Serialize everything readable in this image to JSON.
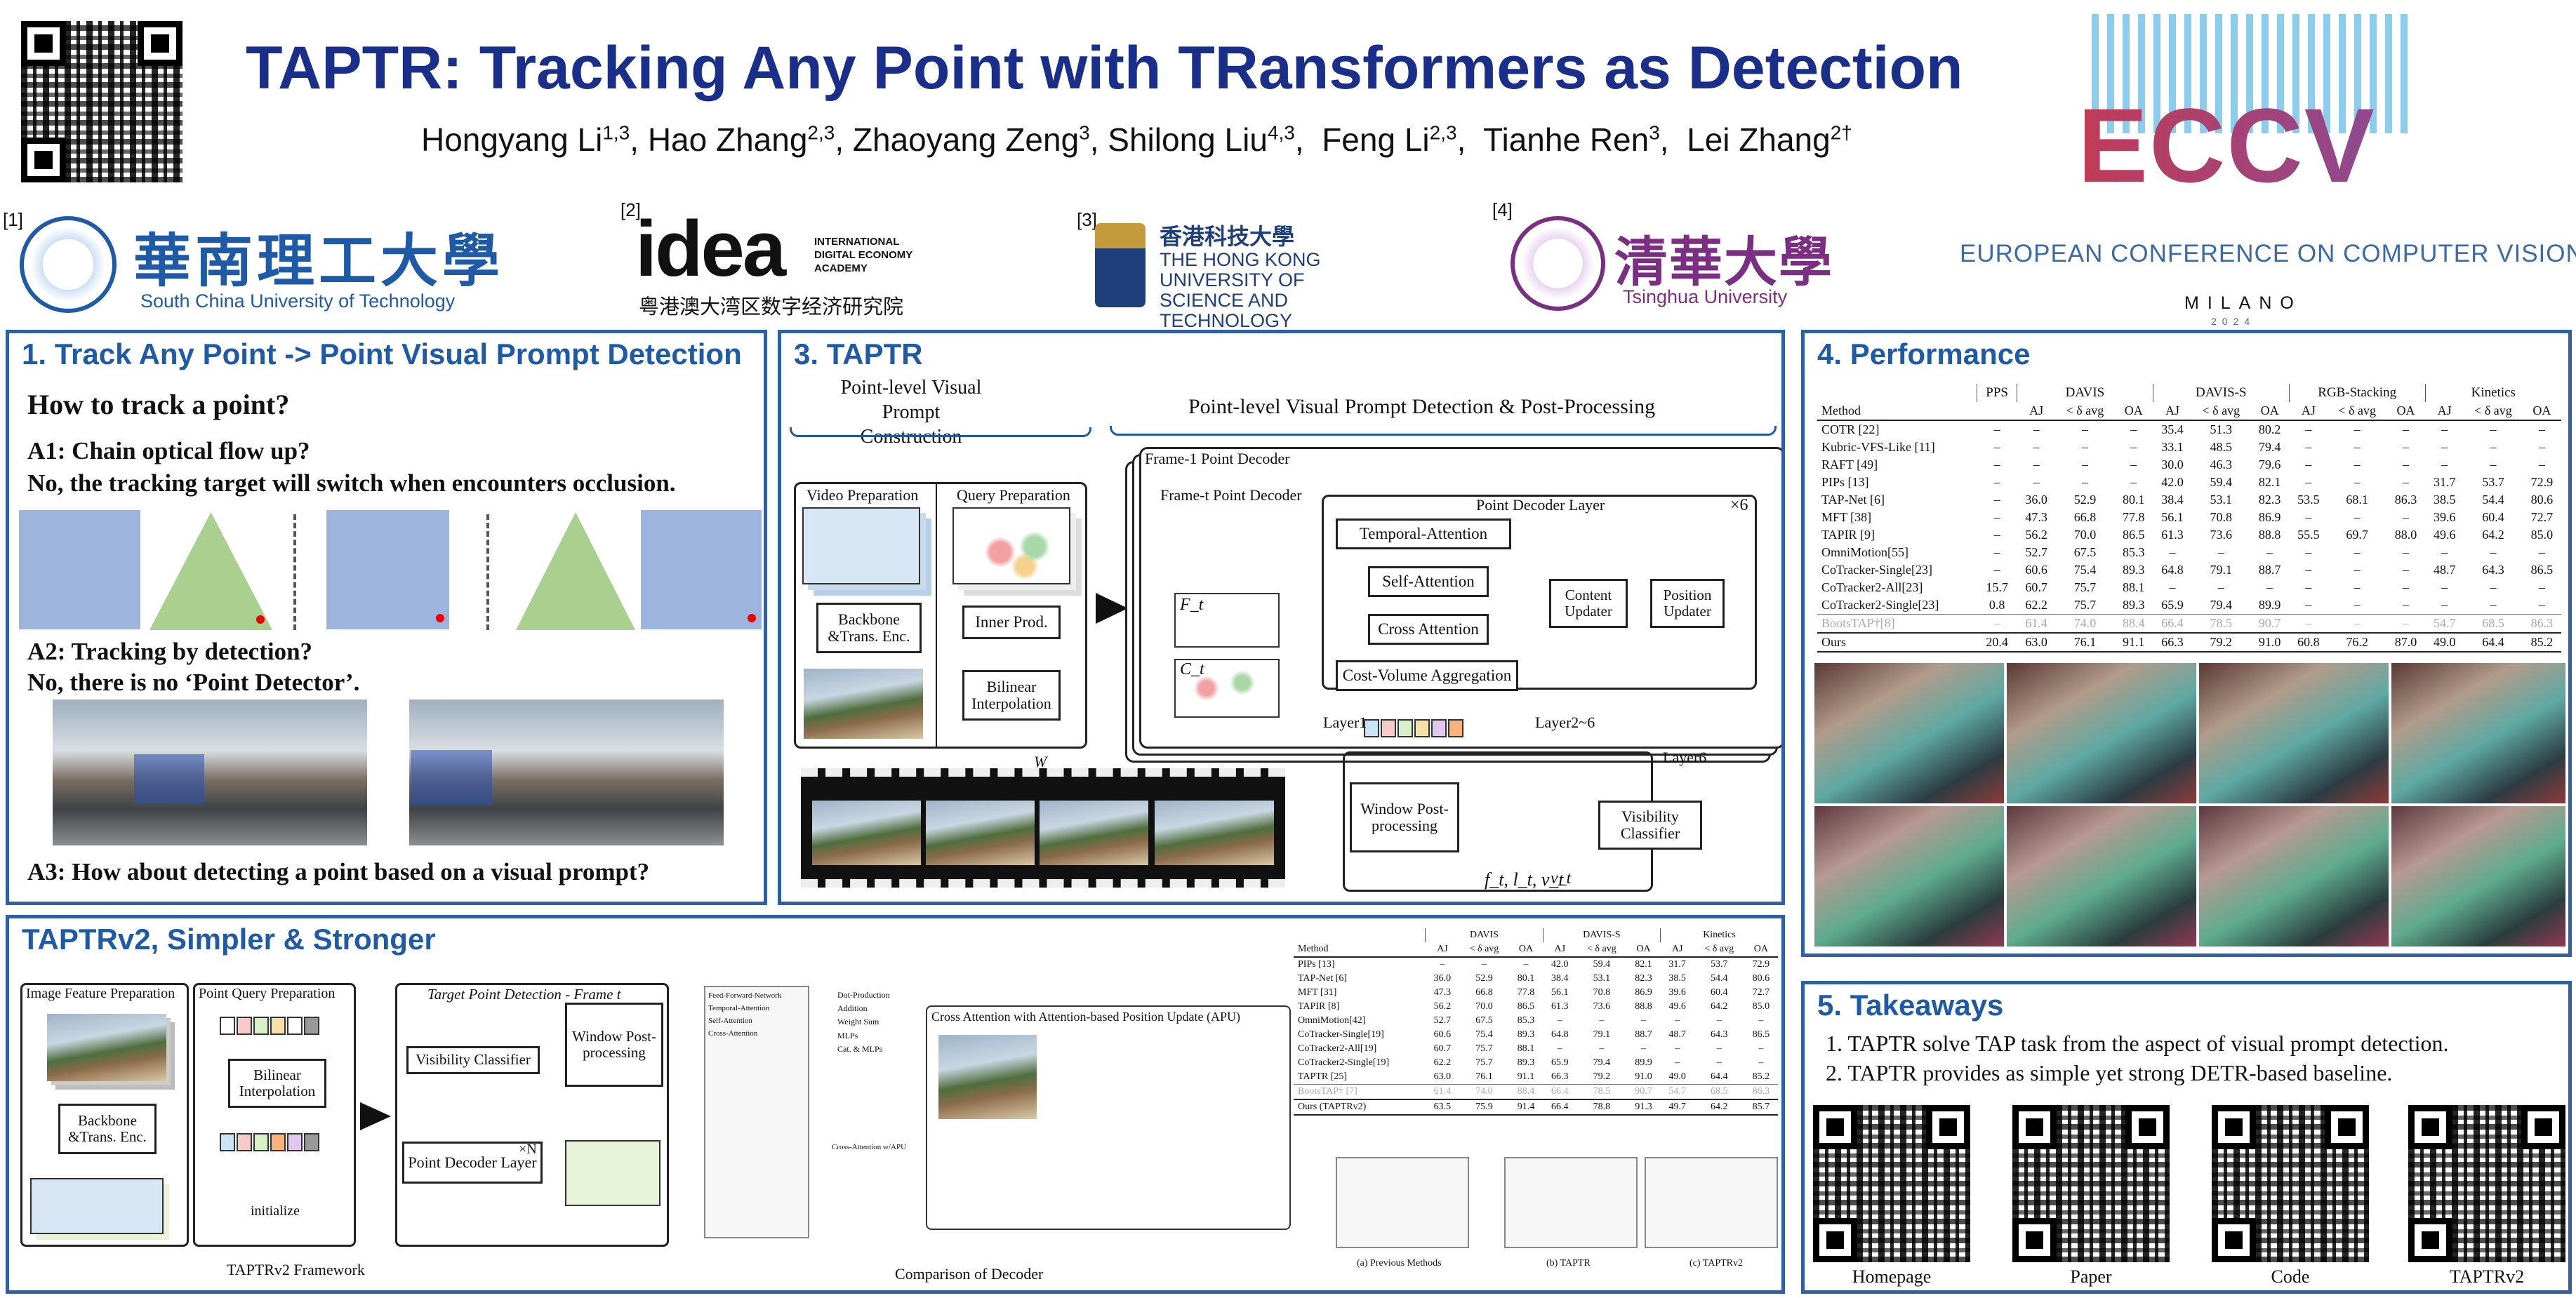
{
  "title": "TAPTR: Tracking Any Point with TRansformers as Detection",
  "authors": [
    {
      "name": "Hongyang Li",
      "sup": "1,3"
    },
    {
      "name": "Hao Zhang",
      "sup": "2,3"
    },
    {
      "name": "Zhaoyang Zeng",
      "sup": "3"
    },
    {
      "name": "Shilong Liu",
      "sup": "4,3"
    },
    {
      "name": "Feng Li",
      "sup": "2,3"
    },
    {
      "name": "Tianhe Ren",
      "sup": "3"
    },
    {
      "name": "Lei Zhang",
      "sup": "2†"
    }
  ],
  "affiliations": [
    {
      "num": "[1]",
      "cn": "華南理工大學",
      "en": "South China University of Technology"
    },
    {
      "num": "[2]",
      "logo": "idea",
      "sub": "INTERNATIONAL DIGITAL ECONOMY ACADEMY",
      "cn": "粤港澳大湾区数字经济研究院"
    },
    {
      "num": "[3]",
      "cn": "香港科技大學",
      "en": "THE HONG KONG UNIVERSITY OF SCIENCE AND TECHNOLOGY"
    },
    {
      "num": "[4]",
      "cn": "清華大學",
      "en": "Tsinghua University"
    }
  ],
  "conference": {
    "logo": "ECCV",
    "name": "EUROPEAN CONFERENCE ON COMPUTER VISION",
    "city": "MILANO",
    "year": "2024"
  },
  "section1": {
    "title": "1. Track Any Point -> Point Visual Prompt Detection",
    "q": "How to track a point?",
    "a1": "A1: Chain optical flow up?",
    "a1_ans": "No, the tracking target will switch when encounters occlusion.",
    "a2": "A2: Tracking by detection?",
    "a2_ans": "No, there is no ‘Point Detector’.",
    "a3": "A3: How about detecting a point based on a visual prompt?"
  },
  "section3": {
    "title": "3. TAPTR",
    "left_head": "Point-level Visual Prompt Construction",
    "right_head": "Point-level Visual Prompt Detection & Post-Processing",
    "video_prep": "Video Preparation",
    "query_prep": "Query Preparation",
    "backbone": "Backbone &Trans. Enc.",
    "inner": "Inner Prod.",
    "bilinear": "Bilinear Interpolation",
    "frame1": "Frame-1 Point Decoder",
    "framet": "Frame-t Point Decoder",
    "layer": "Point Decoder Layer",
    "x6": "×6",
    "temporal": "Temporal-Attention",
    "self": "Self-Attention",
    "cross": "Cross Attention",
    "cost": "Cost-Volume Aggregation",
    "content": "Content Updater",
    "position": "Position Updater",
    "layer1": "Layer1",
    "layer26": "Layer2~6",
    "layer6": "Layer6",
    "visibility": "Visibility Classifier",
    "window": "Window Post-processing",
    "ft": "F_t",
    "ct": "C_t",
    "out": "f_t, l_t, v_t",
    "vt": "v_t",
    "W": "W"
  },
  "section4": {
    "title": "4. Performance",
    "groups": [
      "PPS",
      "DAVIS",
      "DAVIS-S",
      "RGB-Stacking",
      "Kinetics"
    ],
    "sub": [
      "Method",
      "",
      "AJ",
      "< δ avg",
      "OA",
      "AJ",
      "< δ avg",
      "OA",
      "AJ",
      "< δ avg",
      "OA",
      "AJ",
      "< δ avg",
      "OA"
    ],
    "rows": [
      [
        "COTR [22]",
        "–",
        "–",
        "–",
        "–",
        "35.4",
        "51.3",
        "80.2",
        "–",
        "–",
        "–",
        "–",
        "–",
        "–"
      ],
      [
        "Kubric-VFS-Like [11]",
        "–",
        "–",
        "–",
        "–",
        "33.1",
        "48.5",
        "79.4",
        "–",
        "–",
        "–",
        "–",
        "–",
        "–"
      ],
      [
        "RAFT [49]",
        "–",
        "–",
        "–",
        "–",
        "30.0",
        "46.3",
        "79.6",
        "–",
        "–",
        "–",
        "–",
        "–",
        "–"
      ],
      [
        "PIPs [13]",
        "–",
        "–",
        "–",
        "–",
        "42.0",
        "59.4",
        "82.1",
        "–",
        "–",
        "–",
        "31.7",
        "53.7",
        "72.9"
      ],
      [
        "TAP-Net [6]",
        "–",
        "36.0",
        "52.9",
        "80.1",
        "38.4",
        "53.1",
        "82.3",
        "53.5",
        "68.1",
        "86.3",
        "38.5",
        "54.4",
        "80.6"
      ],
      [
        "MFT [38]",
        "–",
        "47.3",
        "66.8",
        "77.8",
        "56.1",
        "70.8",
        "86.9",
        "–",
        "–",
        "–",
        "39.6",
        "60.4",
        "72.7"
      ],
      [
        "TAPIR [9]",
        "–",
        "56.2",
        "70.0",
        "86.5",
        "61.3",
        "73.6",
        "88.8",
        "55.5",
        "69.7",
        "88.0",
        "49.6",
        "64.2",
        "85.0"
      ],
      [
        "OmniMotion[55]",
        "–",
        "52.7",
        "67.5",
        "85.3",
        "–",
        "–",
        "–",
        "–",
        "–",
        "–",
        "–",
        "–",
        "–"
      ],
      [
        "CoTracker-Single[23]",
        "–",
        "60.6",
        "75.4",
        "89.3",
        "64.8",
        "79.1",
        "88.7",
        "–",
        "–",
        "–",
        "48.7",
        "64.3",
        "86.5"
      ],
      [
        "CoTracker2-All[23]",
        "15.7",
        "60.7",
        "75.7",
        "88.1",
        "–",
        "–",
        "–",
        "–",
        "–",
        "–",
        "–",
        "–",
        "–"
      ],
      [
        "CoTracker2-Single[23]",
        "0.8",
        "62.2",
        "75.7",
        "89.3",
        "65.9",
        "79.4",
        "89.9",
        "–",
        "–",
        "–",
        "–",
        "–",
        "–"
      ],
      [
        "BootsTAP†[8]",
        "–",
        "61.4",
        "74.0",
        "88.4",
        "66.4",
        "78.5",
        "90.7",
        "–",
        "–",
        "–",
        "54.7",
        "68.5",
        "86.3"
      ],
      [
        "Ours",
        "20.4",
        "63.0",
        "76.1",
        "91.1",
        "66.3",
        "79.2",
        "91.0",
        "60.8",
        "76.2",
        "87.0",
        "49.0",
        "64.4",
        "85.2"
      ]
    ]
  },
  "section5": {
    "title": "5. Takeaways",
    "items": [
      "1.  TAPTR solve TAP task from the aspect of visual prompt detection.",
      "2.  TAPTR provides as simple yet strong DETR-based baseline."
    ],
    "qr_labels": [
      "Homepage",
      "Paper",
      "Code",
      "TAPTRv2"
    ]
  },
  "section2": {
    "title": "TAPTRv2, Simpler & Stronger",
    "img_feat": "Image Feature Preparation",
    "pq_prep": "Point Query Preparation",
    "backbone": "Backbone &Trans. Enc.",
    "bilinear": "Bilinear Interpolation",
    "target": "Target Point Detection - Frame t",
    "visibility": "Visibility Classifier",
    "window": "Window Post-processing",
    "pdl": "Point Decoder Layer",
    "xN": "×N",
    "initialize": "initialize",
    "framework_cap": "TAPTRv2 Framework",
    "decoder_cap": "Comparison of Decoder",
    "apu": "Cross Attention with Attention-based Position Update (APU)",
    "legend": [
      "Dot-Production",
      "Addition",
      "Weight Sum",
      "MLPs",
      "Cat. & MLPs"
    ],
    "ffn": "Feed-Forward-Network",
    "temporal": "Temporal-Attention",
    "self": "Self-Attention",
    "cross": "Cross-Attention",
    "crossapu": "Cross-Attention w/APU",
    "cap_a": "(a) Previous Methods",
    "cap_b": "(b) TAPTR",
    "cap_c": "(c) TAPTRv2",
    "groups": [
      "DAVIS",
      "DAVIS-S",
      "Kinetics"
    ],
    "sub": [
      "Method",
      "AJ",
      "< δ avg",
      "OA",
      "AJ",
      "< δ avg",
      "OA",
      "AJ",
      "< δ avg",
      "OA"
    ],
    "rows": [
      [
        "PIPs [13]",
        "–",
        "–",
        "–",
        "42.0",
        "59.4",
        "82.1",
        "31.7",
        "53.7",
        "72.9"
      ],
      [
        "TAP-Net [6]",
        "36.0",
        "52.9",
        "80.1",
        "38.4",
        "53.1",
        "82.3",
        "38.5",
        "54.4",
        "80.6"
      ],
      [
        "MFT [31]",
        "47.3",
        "66.8",
        "77.8",
        "56.1",
        "70.8",
        "86.9",
        "39.6",
        "60.4",
        "72.7"
      ],
      [
        "TAPIR [8]",
        "56.2",
        "70.0",
        "86.5",
        "61.3",
        "73.6",
        "88.8",
        "49.6",
        "64.2",
        "85.0"
      ],
      [
        "OmniMotion[42]",
        "52.7",
        "67.5",
        "85.3",
        "–",
        "–",
        "–",
        "–",
        "–",
        "–"
      ],
      [
        "CoTracker-Single[19]",
        "60.6",
        "75.4",
        "89.3",
        "64.8",
        "79.1",
        "88.7",
        "48.7",
        "64.3",
        "86.5"
      ],
      [
        "CoTracker2-All[19]",
        "60.7",
        "75.7",
        "88.1",
        "–",
        "–",
        "–",
        "–",
        "–",
        "–"
      ],
      [
        "CoTracker2-Single[19]",
        "62.2",
        "75.7",
        "89.3",
        "65.9",
        "79.4",
        "89.9",
        "–",
        "–",
        "–"
      ],
      [
        "TAPTR [25]",
        "63.0",
        "76.1",
        "91.1",
        "66.3",
        "79.2",
        "91.0",
        "49.0",
        "64.4",
        "85.2"
      ],
      [
        "BootsTAP† [7]",
        "61.4",
        "74.0",
        "88.4",
        "66.4",
        "78.5",
        "90.7",
        "54.7",
        "68.5",
        "86.3"
      ],
      [
        "Ours (TAPTRv2)",
        "63.5",
        "75.9",
        "91.4",
        "66.4",
        "78.8",
        "91.3",
        "49.7",
        "64.2",
        "85.7"
      ]
    ]
  },
  "colors": {
    "accent": "#1f5aa6",
    "title": "#1a2f8a",
    "border": "#2f5fa5"
  }
}
